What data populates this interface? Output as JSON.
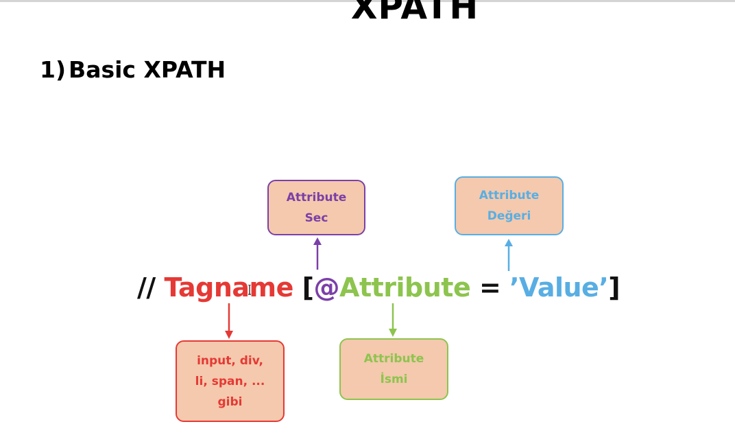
{
  "slide": {
    "title": "XPATH",
    "section": {
      "number": "1)",
      "label": "Basic XPATH"
    },
    "expression": {
      "slashes": "//",
      "tagname": "Tagname",
      "open_bracket": "[",
      "at": "@",
      "attribute": "Attribute",
      "equals": "=",
      "value": "’Value’",
      "close_bracket": "]"
    },
    "boxes": {
      "attribute_sec": [
        "Attribute",
        "Sec"
      ],
      "attribute_degeri": [
        "Attribute",
        "Değeri"
      ],
      "tagname_examples": [
        "input, div,",
        "li, span, ...",
        "gibi"
      ],
      "attribute_ismi": [
        "Attribute",
        "İsmi"
      ]
    }
  },
  "colors": {
    "tagname": "#e53935",
    "at_sign": "#7b3fa8",
    "attribute": "#8dc44e",
    "value": "#58aee3",
    "box_fill": "#f4c9ad"
  }
}
